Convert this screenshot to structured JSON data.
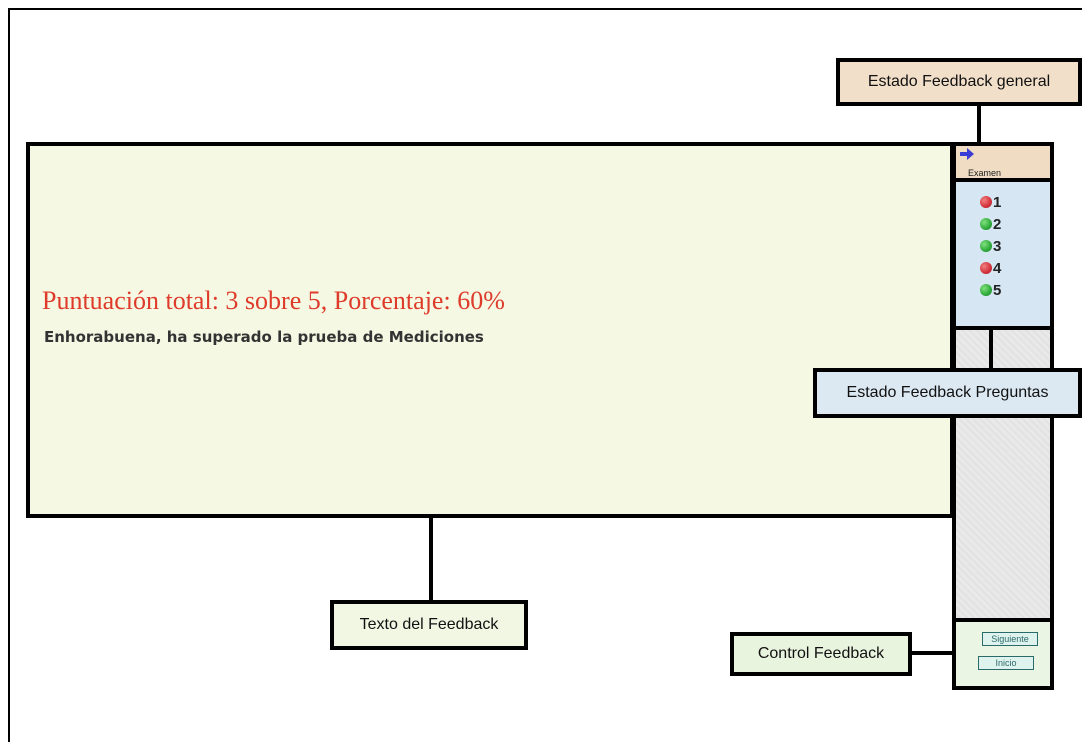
{
  "feedback": {
    "score_text": "Puntuación total: 3 sobre 5, Porcentaje: 60%",
    "message": "Enhorabuena, ha superado la prueba de Mediciones"
  },
  "exam": {
    "label": "Examen",
    "arrow_icon": "right-arrow-icon"
  },
  "questions": [
    {
      "number": "1",
      "status": "incorrect",
      "color": "#d3313a"
    },
    {
      "number": "2",
      "status": "correct",
      "color": "#2eaa3a"
    },
    {
      "number": "3",
      "status": "correct",
      "color": "#2eaa3a"
    },
    {
      "number": "4",
      "status": "incorrect",
      "color": "#d3313a"
    },
    {
      "number": "5",
      "status": "correct",
      "color": "#2eaa3a"
    }
  ],
  "controls": {
    "next_label": "Siguiente",
    "start_label": "Inicio"
  },
  "callouts": {
    "general_status": "Estado Feedback general",
    "questions_status": "Estado Feedback Preguntas",
    "feedback_text": "Texto del Feedback",
    "feedback_control": "Control Feedback"
  },
  "colors": {
    "score": "#de3b2a",
    "main_panel": "#f5f8e3",
    "exam_box": "#efdcc2",
    "questions_box": "#d6e6f2",
    "control_box": "#eaf6e3"
  }
}
